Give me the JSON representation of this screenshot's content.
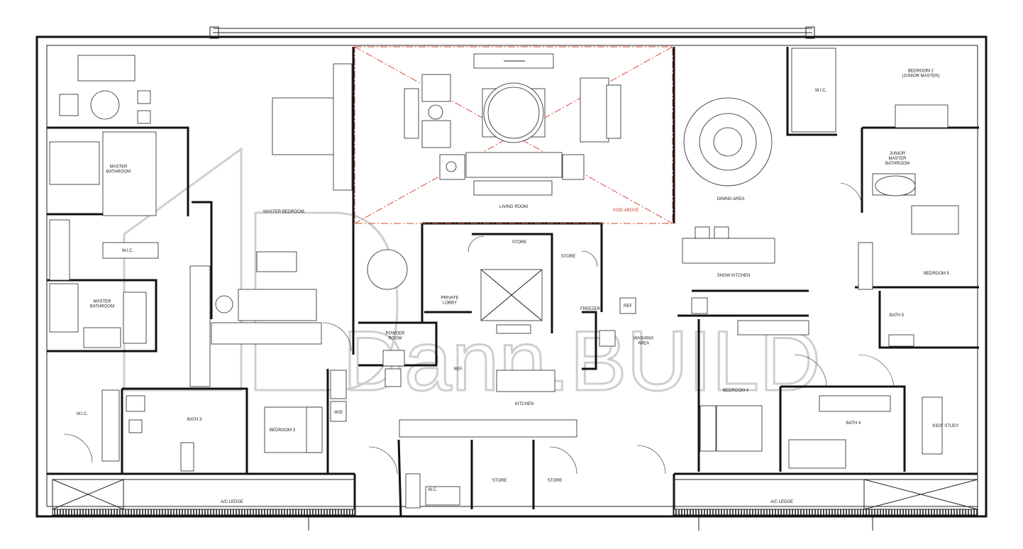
{
  "plan": {
    "rooms": {
      "master_bathroom_1": "MASTER\nBATHROOM",
      "master_bedroom": "MASTER BEDROOM",
      "wic_master": "W.I.C.",
      "master_bathroom_2": "MASTER\nBATHROOM",
      "living_room": "LIVING ROOM",
      "void_above": "VOID ABOVE",
      "dining_area": "DINING AREA",
      "wic_junior": "W.I.C.",
      "bedroom_2": "BEDROOM 2\n(JUNIOR MASTER)",
      "junior_master_bathroom": "JUNIOR\nMASTER\nBATHROOM",
      "bedroom_5": "BEDROOM 5",
      "show_kitchen": "SHOW KITCHEN",
      "store_1": "STORE",
      "store_2": "STORE",
      "private_lobby": "PRIVATE\nLOBBY",
      "powder_room": "POWDER\nROOM",
      "washing_area": "WASHING\nAREA",
      "bath_5": "BATH 5",
      "bedroom_4": "BEDROOM 4",
      "kitchen": "KITCHEN",
      "wic_left": "W.I.C.",
      "bath_3": "BATH 3",
      "bedroom_3": "BEDROOM 3",
      "bath_4": "BATH 4",
      "kids_study": "KIDS' STUDY",
      "wc": "W.C.",
      "store_3": "STORE",
      "store_4": "STORE",
      "ac_ledge_left": "A/C LEDGE",
      "ac_ledge_right": "A/C LEDGE"
    },
    "fixtures": {
      "ref_1": "REF",
      "ref_2": "REF.",
      "freezer": "FREEZER",
      "wd": "W/D"
    },
    "watermark": "Dann.BUILD",
    "colors": {
      "walls": "#111111",
      "void_lines": "#d84a3a",
      "watermark": "#cfcfcf",
      "background": "#ffffff"
    }
  }
}
